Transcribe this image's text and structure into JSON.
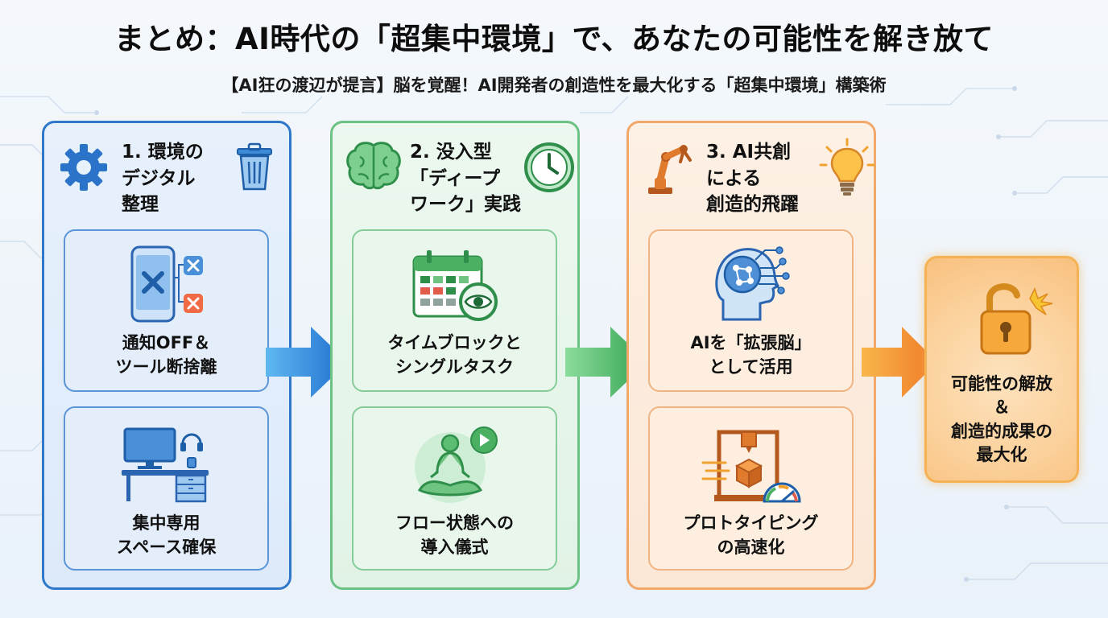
{
  "title": "まとめ：AI時代の「超集中環境」で、あなたの可能性を解き放て",
  "subtitle": "【AI狂の渡辺が提言】脳を覚醒！AI開発者の創造性を最大化する「超集中環境」構築術",
  "columns": [
    {
      "title_lines": [
        "1. 環境の",
        "デジタル",
        "整理"
      ],
      "icons": [
        "gear-icon",
        "trash-icon"
      ],
      "color": "#2f78c9",
      "cards": [
        {
          "lines": [
            "通知OFF＆",
            "ツール断捨離"
          ],
          "icon": "phone-notifications-off-icon"
        },
        {
          "lines": [
            "集中専用",
            "スペース確保"
          ],
          "icon": "desk-workspace-icon"
        }
      ]
    },
    {
      "title_lines": [
        "2. 没入型",
        "「ディープ",
        "ワーク」実践"
      ],
      "icons": [
        "brain-icon",
        "clock-icon"
      ],
      "color": "#4caf6a",
      "cards": [
        {
          "lines": [
            "タイムブロックと",
            "シングルタスク"
          ],
          "icon": "calendar-eye-icon"
        },
        {
          "lines": [
            "フロー状態への",
            "導入儀式"
          ],
          "icon": "meditation-icon"
        }
      ]
    },
    {
      "title_lines": [
        "3. AI共創",
        "による",
        "創造的飛躍"
      ],
      "icons": [
        "robot-arm-icon",
        "lightbulb-icon"
      ],
      "color": "#f08a3a",
      "cards": [
        {
          "lines": [
            "AIを「拡張脳」",
            "として活用"
          ],
          "icon": "ai-head-icon"
        },
        {
          "lines": [
            "プロトタイピング",
            "の高速化"
          ],
          "icon": "3d-printer-speed-icon"
        }
      ]
    }
  ],
  "result": {
    "lines": [
      "可能性の解放",
      "＆",
      "創造的成果の",
      "最大化"
    ],
    "icon": "unlocked-padlock-icon"
  }
}
